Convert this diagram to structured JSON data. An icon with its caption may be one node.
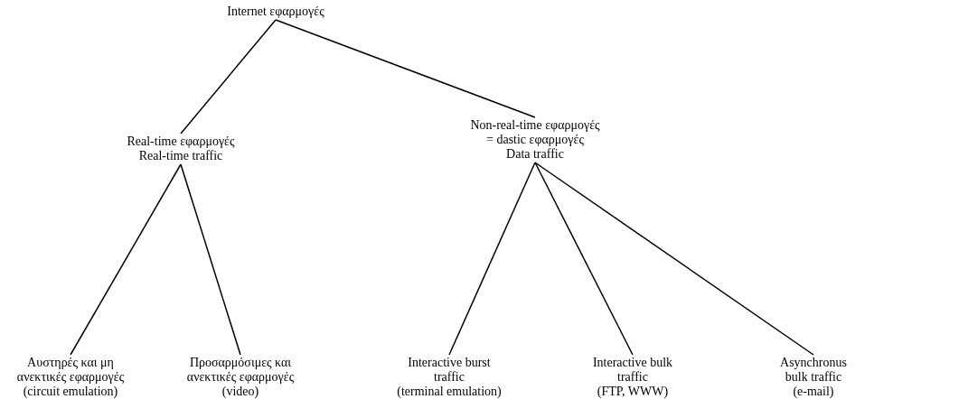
{
  "diagram": {
    "nodes": [
      {
        "text": [
          "Internet εφαρμογές"
        ]
      },
      {
        "text": [
          "Real-time εφαρμογές",
          "Real-time traffic"
        ]
      },
      {
        "text": [
          "Non-real-time εφαρμογές",
          "= dastic εφαρμογές",
          "Data traffic"
        ]
      },
      {
        "text": [
          "Αυστηρές και μη",
          "ανεκτικές εφαρμογές",
          "(circuit emulation)"
        ]
      },
      {
        "text": [
          "Προσαρμόσιμες και",
          "ανεκτικές εφαρμογές",
          "(video)"
        ]
      },
      {
        "text": [
          "Interactive burst",
          "traffic",
          "(terminal emulation)"
        ]
      },
      {
        "text": [
          "Interactive bulk",
          "traffic",
          "(FTP, WWW)"
        ]
      },
      {
        "text": [
          "Asynchronus",
          "bulk traffic",
          "(e-mail)"
        ]
      }
    ],
    "edges": [
      {
        "from": 0,
        "to": 1,
        "arrow": "none"
      },
      {
        "from": 0,
        "to": 2,
        "arrow": "none"
      },
      {
        "from": 1,
        "to": 3,
        "arrow": "none"
      },
      {
        "from": 1,
        "to": 4,
        "arrow": "none"
      },
      {
        "from": 2,
        "to": 5,
        "arrow": "none"
      },
      {
        "from": 2,
        "to": 6,
        "arrow": "none"
      },
      {
        "from": 2,
        "to": 7,
        "arrow": "none"
      }
    ]
  }
}
